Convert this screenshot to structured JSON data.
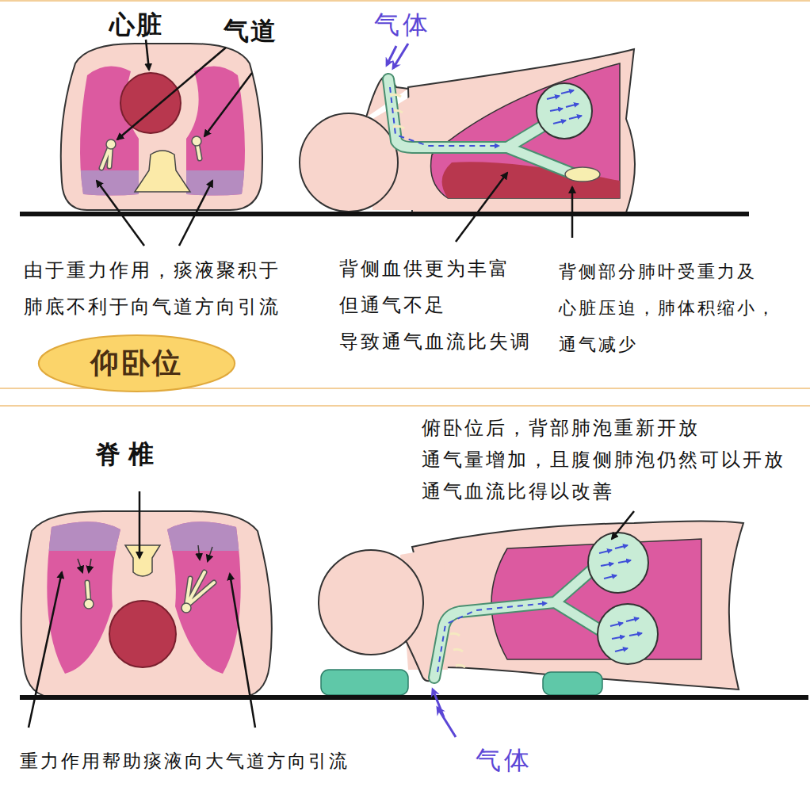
{
  "diagram": {
    "nodes": [
      {
        "text": [
          "仰卧位"
        ]
      }
    ],
    "labels": [
      "心脏",
      "气道",
      "气体",
      "由于重力作用，痰液聚积于 肺底不利于向气道方向引流",
      "背侧血供更为丰富 但通气不足 导致通气血流比失调",
      "背侧部分肺叶受重力及 心脏压迫，肺体积缩小， 通气减少",
      "脊椎",
      "俯卧位后，背部肺泡重新开放 通气量增加，且腹侧肺泡仍然可以开放 通气血流比得以改善",
      "重力作用帮助痰液向大气道方向引流",
      "气体"
    ]
  }
}
